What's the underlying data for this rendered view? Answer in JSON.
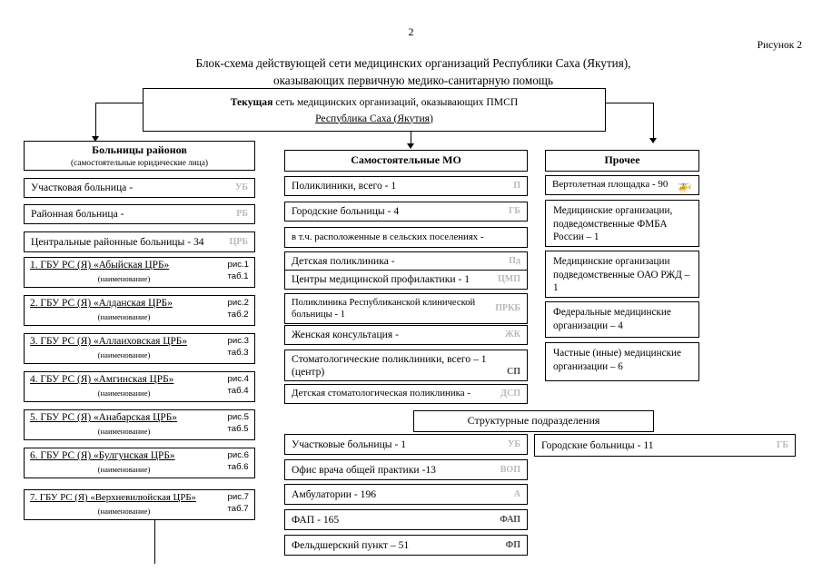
{
  "document": {
    "page_number": "2",
    "figure_label": "Рисунок 2",
    "title_line1": "Блок-схема действующей сети медицинских организаций Республики Саха (Якутия),",
    "title_line2": "оказывающих первичную медико-санитарную помощь"
  },
  "root_box": {
    "line1_bold": "Текущая",
    "line1_rest": " сеть медицинских организаций, оказывающих ПМСП",
    "line2": "Республика Саха (Якутия)"
  },
  "left_column": {
    "header_title": "Больницы районов",
    "header_sub": "(самостоятельные юридические лица)",
    "summary_rows": [
      {
        "label": "Участковая больница -",
        "code": "УБ"
      },
      {
        "label": "Районная больница -",
        "code": "РБ"
      },
      {
        "label": "Центральные районные больницы - 34",
        "code": "ЦРБ"
      }
    ],
    "sub_caption": "(наименование)",
    "hospitals": [
      {
        "name": "1. ГБУ РС (Я) «Абыйская ЦРБ»",
        "fig": "рис.1",
        "tab": "таб.1"
      },
      {
        "name": "2. ГБУ РС (Я) «Алданская ЦРБ»",
        "fig": "рис.2",
        "tab": "таб.2"
      },
      {
        "name": "3. ГБУ РС (Я) «Аллаиховская ЦРБ»",
        "fig": "рис.3",
        "tab": "таб.3"
      },
      {
        "name": "4. ГБУ РС (Я)  «Амгинская ЦРБ»",
        "fig": "рис.4",
        "tab": "таб.4"
      },
      {
        "name": "5. ГБУ РС (Я) «Анабарская ЦРБ»",
        "fig": "рис.5",
        "tab": "таб.5"
      },
      {
        "name": "6. ГБУ РС (Я) «Булгунская  ЦРБ»",
        "fig": "рис.6",
        "tab": "таб.6"
      },
      {
        "name": "7. ГБУ РС (Я) «Верхневилюйская  ЦРБ»",
        "fig": "рис.7",
        "tab": "таб.7"
      }
    ]
  },
  "middle_column": {
    "header_title": "Самостоятельные МО",
    "rows": [
      {
        "label": "Поликлиники, всего - 1",
        "code": "П"
      },
      {
        "label": "Городские больницы - 4",
        "code": "ГБ"
      },
      {
        "label": "в т.ч. расположенные в сельских поселениях -",
        "code": ""
      },
      {
        "label": "Детская поликлиника -",
        "code": "Пд"
      },
      {
        "label": "Центры медицинской профилактики - 1",
        "code": "ЦМП"
      },
      {
        "label": "Поликлиника Республиканской клинической больницы - 1",
        "code": "ПРКБ"
      },
      {
        "label": "Женская консультация -",
        "code": "ЖК"
      },
      {
        "label": "Стоматологические поликлиники, всего – 1 (центр)",
        "code": "СП"
      },
      {
        "label": "Детская стоматологическая поликлиника -",
        "code": "ДСП"
      }
    ]
  },
  "right_column": {
    "header_title": "Прочее",
    "helipad": {
      "label": "Вертолетная площадка - 90",
      "icon": "helicopter-icon"
    },
    "items": [
      "Медицинские организации, подведомственные ФМБА России – 1",
      "Медицинские организации подведомственные ОАО РЖД – 1",
      "Федеральные медицинские организации – 4",
      "Частные (иные) медицинские организации – 6"
    ]
  },
  "structural_units": {
    "header_title": "Структурные подразделения",
    "left_rows": [
      {
        "label": "Участковые больницы - 1",
        "code": "УБ"
      },
      {
        "label": "Офис врача общей практики -13",
        "code": "ВОП"
      },
      {
        "label": "Амбулатории - 196",
        "code": "А"
      },
      {
        "label": "ФАП - 165",
        "code": "ФАП"
      },
      {
        "label": "Фельдшерский пункт – 51",
        "code": "ФП"
      }
    ],
    "right_rows": [
      {
        "label": "Городские больницы - 11",
        "code": "ГБ"
      }
    ]
  }
}
